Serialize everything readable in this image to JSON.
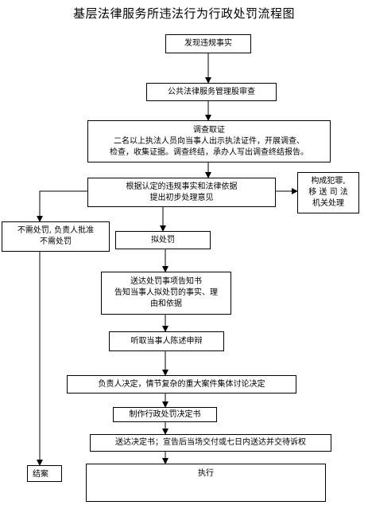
{
  "title": "基层法律服务所违法行为行政处罚流程图",
  "steps": {
    "discover": "发现违规事实",
    "review": "公共法律服务管理股审查",
    "investigate": {
      "head": "调查取证",
      "line1": "二名以上执法人员向当事人出示执法证件，开展调查、",
      "line2": "检查，收集证据。调查终结，承办人写出调查终结报告。"
    },
    "propose": {
      "line1": "根据认定的违规事实和法律依据",
      "line2": "提出初步处理意见"
    },
    "crime": {
      "line1": "构成犯罪,",
      "line2": "移 送 司 法",
      "line3": "机关处理"
    },
    "no_penalty": {
      "line1": "不需处罚, 负责人批准",
      "line2": "不需处罚"
    },
    "plan_penalty": "拟处罚",
    "notice": {
      "line1": "送达处罚事项告知书",
      "line2": "告知当事人拟处罚的事实、理",
      "line3": "由和依据"
    },
    "hearing": "听取当事人陈述申辩",
    "decide": "负责人决定，情节复杂的重大案件集体讨论决定",
    "make_decision": "制作行政处罚决定书",
    "deliver": "送达决定书；宣告后当场交付或七日内送达并交待诉权",
    "execute": "执行",
    "close": "结案"
  }
}
